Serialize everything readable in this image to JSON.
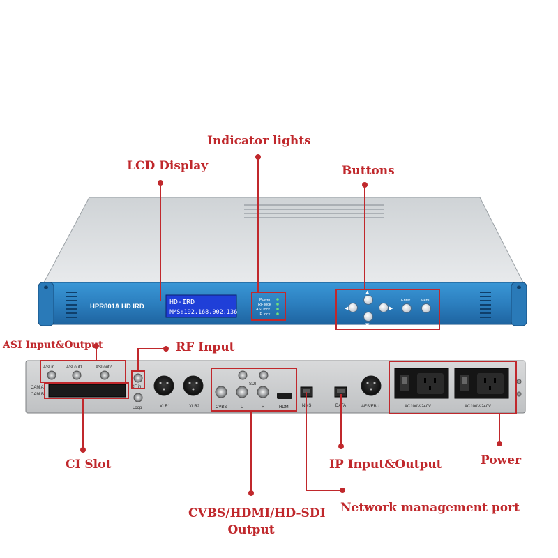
{
  "callouts": {
    "indicator_lights": "Indicator lights",
    "lcd_display": "LCD Display",
    "buttons": "Buttons",
    "asi_io": "ASI Input&Output",
    "rf_input": "RF Input",
    "ci_slot": "CI Slot",
    "ip_io": "IP Input&Output",
    "power": "Power",
    "cvbs_line1": "CVBS/HDMI/HD-SDI",
    "cvbs_line2": "Output",
    "nms_port": "Network management port"
  },
  "front_panel": {
    "model": "HPR801A HD IRD",
    "lcd_line1": "HD-IRD",
    "lcd_line2": "NMS:192.168.002.136",
    "indicators": [
      "Power",
      "RF lock",
      "ASI lock",
      "IP lock"
    ],
    "button_enter": "Enter",
    "button_menu": "Menu"
  },
  "rear_panel": {
    "asi_in": "ASI in",
    "asi_out1": "ASI out1",
    "asi_out2": "ASI out2",
    "cam_a": "CAM A",
    "cam_b": "CAM B",
    "rf_in": "RF in",
    "loop": "Loop",
    "xlr1": "XLR1",
    "xlr2": "XLR2",
    "sdi": "SDI",
    "cvbs": "CVBS",
    "l": "L",
    "r": "R",
    "hdmi": "HDMI",
    "nms": "NMS",
    "data": "DATA",
    "aes_ebu": "AES/EBU",
    "power1": "AC100V-240V",
    "power2": "AC100V-240V"
  },
  "colors": {
    "accent": "#c0282c",
    "panel_blue": "#2f86c5",
    "lcd_blue": "#1f3fd8"
  }
}
